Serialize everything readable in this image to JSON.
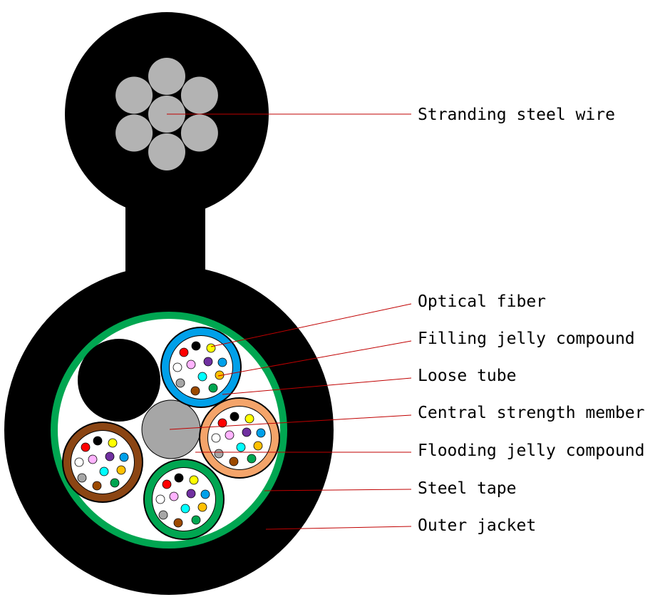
{
  "labels": {
    "stranding_steel_wire": "Stranding steel wire",
    "optical_fiber": "Optical fiber",
    "filling_jelly_compound": "Filling jelly compound",
    "loose_tube": "Loose tube",
    "central_strength_member": "Central strength member",
    "flooding_jelly_compound": "Flooding jelly compound",
    "steel_tape": "Steel tape",
    "outer_jacket": "Outer jacket"
  },
  "colors": {
    "jacket": "#000000",
    "steel_wire": "#b3b3b3",
    "steel_tape": "#00a651",
    "filling": "#ffffff",
    "strength_member": "#a6a6a6",
    "leader_line": "#c00000",
    "tube_blue": "#00a0e9",
    "tube_orange": "#f4a46a",
    "tube_brown": "#8b4513",
    "tube_green": "#00a651"
  },
  "fiber_colors": [
    "#ff0000",
    "#000000",
    "#ffff00",
    "#ffffff",
    "#ffb3ff",
    "#7030a0",
    "#00a0e9",
    "#00ffff",
    "#ffc000",
    "#a6a6a6",
    "#9c4a00",
    "#00a651"
  ]
}
